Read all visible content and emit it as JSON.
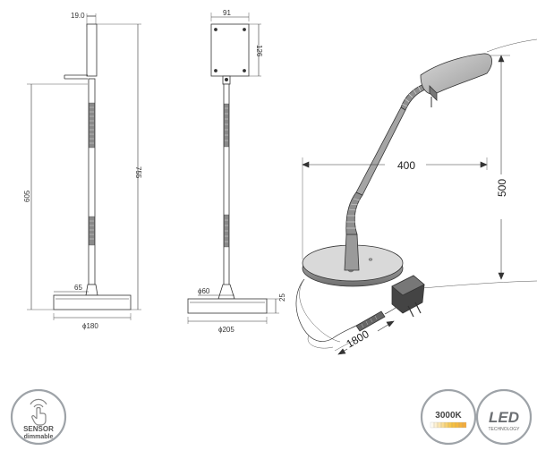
{
  "dimensions": {
    "side_top_width": "19.0",
    "side_total_height": "755",
    "side_arm_height": "605",
    "side_base_step": "65",
    "side_base_diameter": "ϕ180",
    "front_head_width": "91",
    "front_head_height": "126",
    "front_post_diameter": "ϕ60",
    "front_base_height": "25",
    "front_base_diameter": "ϕ205",
    "persp_width": "400",
    "persp_height": "500",
    "persp_cable": "1800"
  },
  "badges": {
    "sensor": {
      "line1": "SENSOR",
      "line2": "dimmable",
      "icon": "touch-sensor-icon"
    },
    "color_temp": {
      "label": "3000K",
      "icon": "color-temperature-icon"
    },
    "led": {
      "label": "LED",
      "sub": "TECHNOLOGY",
      "icon": "led-technology-icon"
    }
  },
  "colors": {
    "line": "#333333",
    "thin": "#555555",
    "badge_ring": "#9ea3a8",
    "temp_gradient": [
      "#ffffff",
      "#f6c23e",
      "#f3a83a"
    ]
  }
}
